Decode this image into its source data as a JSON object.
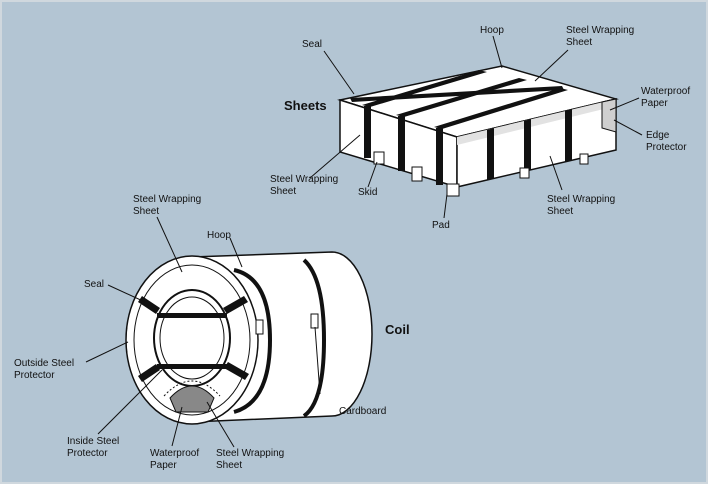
{
  "colors": {
    "background": "#b3c5d3",
    "object_fill": "#ffffff",
    "stroke": "#111111"
  },
  "sheets": {
    "title": "Sheets",
    "labels": {
      "seal": "Seal",
      "hoop": "Hoop",
      "steel_wrapping_top_1": "Steel Wrapping",
      "steel_wrapping_top_2": "Sheet",
      "waterproof_1": "Waterproof",
      "waterproof_2": "Paper",
      "edge_protector_1": "Edge",
      "edge_protector_2": "Protector",
      "steel_wrapping_left_1": "Steel Wrapping",
      "steel_wrapping_left_2": "Sheet",
      "skid": "Skid",
      "pad": "Pad",
      "steel_wrapping_right_1": "Steel Wrapping",
      "steel_wrapping_right_2": "Sheet"
    }
  },
  "coil": {
    "title": "Coil",
    "labels": {
      "steel_wrapping_top_1": "Steel Wrapping",
      "steel_wrapping_top_2": "Sheet",
      "hoop": "Hoop",
      "seal": "Seal",
      "outside_protector_1": "Outside Steel",
      "outside_protector_2": "Protector",
      "cardboard": "Cardboard",
      "inside_protector_1": "Inside Steel",
      "inside_protector_2": "Protector",
      "waterproof_1": "Waterproof",
      "waterproof_2": "Paper",
      "steel_wrapping_bottom_1": "Steel Wrapping",
      "steel_wrapping_bottom_2": "Sheet"
    }
  }
}
